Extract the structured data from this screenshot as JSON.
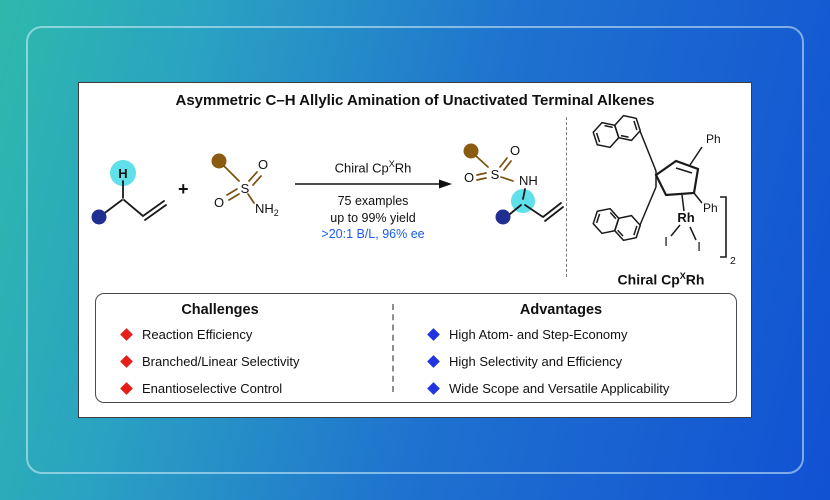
{
  "title": "Asymmetric C–H Allylic Amination of Unactivated Terminal Alkenes",
  "scheme": {
    "plus_sign": "+",
    "substrate": {
      "h_atom": "H"
    },
    "reagent": {
      "s_atom": "S",
      "o_top": "O",
      "o_left": "O",
      "n_group": "NH",
      "n_sub": "2"
    },
    "arrow": {
      "catalyst_pre": "Chiral Cp",
      "catalyst_sup": "X",
      "catalyst_post": "Rh",
      "examples": "75 examples",
      "yield": "up to 99% yield",
      "selectivity": ">20:1 B/L, 96% ee"
    },
    "product": {
      "s_atom": "S",
      "o_top": "O",
      "o_left": "O",
      "nh_group": "NH"
    },
    "catalyst": {
      "ph_top": "Ph",
      "ph_bottom": "Ph",
      "rh_atom": "Rh",
      "iodide_left": "I",
      "iodide_right": "I",
      "dimer_subscript": "2",
      "label_pre": "Chiral Cp",
      "label_sup": "X",
      "label_post": "Rh"
    }
  },
  "panel": {
    "challenges": {
      "heading": "Challenges",
      "items": [
        "Reaction Efficiency",
        "Branched/Linear Selectivity",
        "Enantioselective Control"
      ]
    },
    "advantages": {
      "heading": "Advantages",
      "items": [
        "High Atom- and Step-Economy",
        "High Selectivity and Efficiency",
        "Wide Scope and Versatile Applicability"
      ]
    }
  },
  "colors": {
    "background_teal": "#2eb9ac",
    "background_blue": "#1151d3",
    "highlight_cyan": "#5fe0ea",
    "ball_blue": "#1e2f91",
    "ball_brown": "#8a5c12",
    "selectivity_text_blue": "#1a5cf0",
    "challenge_diamond_red": "#e51f18",
    "advantage_diamond_blue": "#2135e0"
  }
}
